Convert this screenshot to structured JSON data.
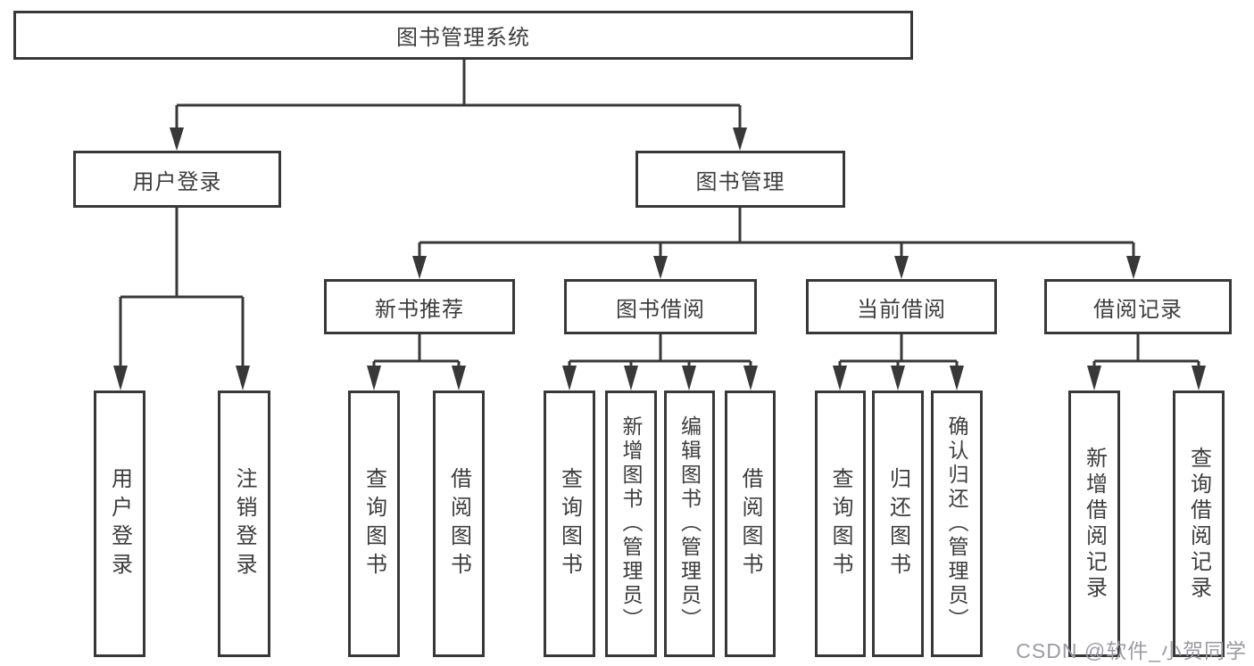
{
  "tree": {
    "label": "图书管理系统",
    "children": [
      {
        "label": "用户登录",
        "children": [
          {
            "label": "用户登录"
          },
          {
            "label": "注销登录"
          }
        ]
      },
      {
        "label": "图书管理",
        "children": [
          {
            "label": "新书推荐",
            "children": [
              {
                "label": "查询图书"
              },
              {
                "label": "借阅图书"
              }
            ]
          },
          {
            "label": "图书借阅",
            "children": [
              {
                "label": "查询图书"
              },
              {
                "label": "新增图书（管理员）"
              },
              {
                "label": "编辑图书（管理员）"
              },
              {
                "label": "借阅图书"
              }
            ]
          },
          {
            "label": "当前借阅",
            "children": [
              {
                "label": "查询图书"
              },
              {
                "label": "归还图书"
              },
              {
                "label": "确认归还（管理员）"
              }
            ]
          },
          {
            "label": "借阅记录",
            "children": [
              {
                "label": "新增借阅记录"
              },
              {
                "label": "查询借阅记录"
              }
            ]
          }
        ]
      }
    ]
  },
  "watermark": "CSDN @软件_小贺同学",
  "colors": {
    "line": "#383838",
    "text": "#3d3d3d",
    "watermark": "#9b9ba3",
    "background": "#ffffff"
  }
}
